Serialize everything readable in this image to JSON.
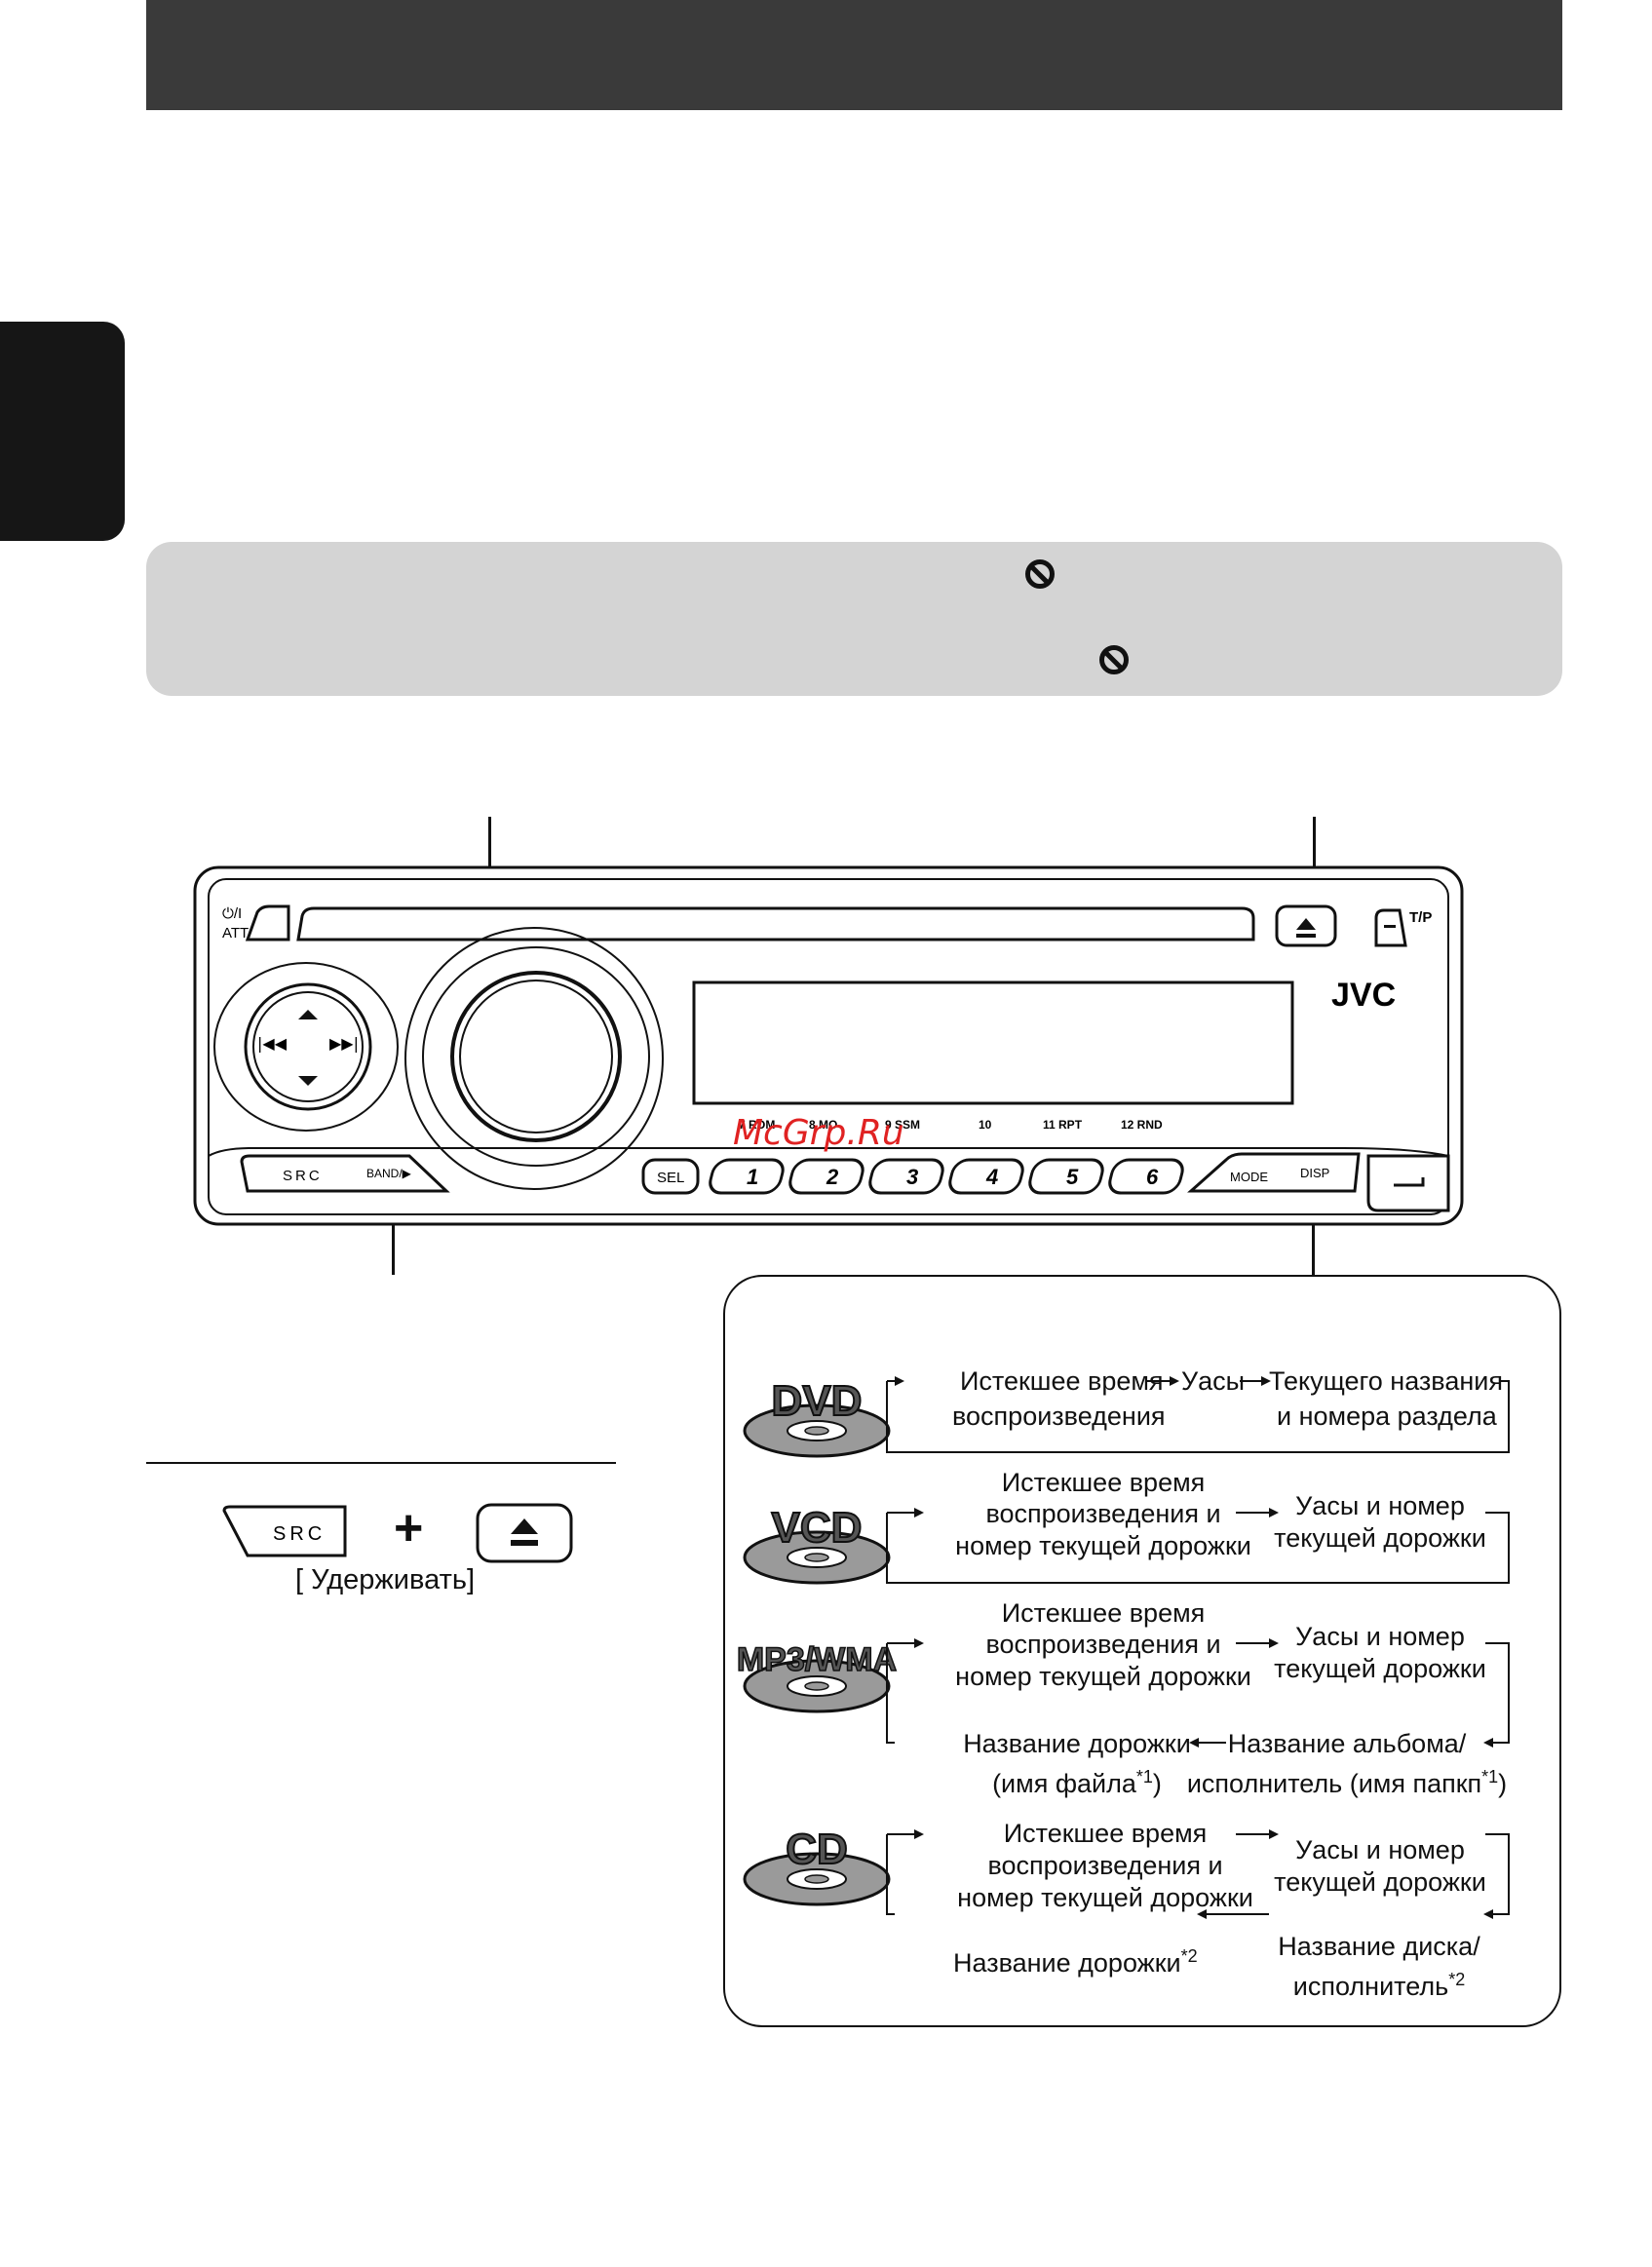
{
  "panel": {
    "labels": {
      "power": "⏻/I",
      "att": "ATT",
      "tp": "T/P",
      "brand": "JVC",
      "src": "SRC",
      "band": "BAND/▶",
      "sel": "SEL",
      "mode": "MODE",
      "disp": "DISP",
      "presets": [
        "1",
        "2",
        "3",
        "4",
        "5",
        "6"
      ],
      "preset_hints": [
        "7 RDM",
        "8 MO",
        "9 SSM",
        "10",
        "11 RPT",
        "12 RND"
      ]
    }
  },
  "watermark": "McGrp.Ru",
  "combo": {
    "src_label": "SRC",
    "plus": "+",
    "hold": "[ Удерживать]"
  },
  "disp_box": {
    "discs": [
      {
        "label": "DVD"
      },
      {
        "label": "VCD"
      },
      {
        "label": "MP3/WMA"
      },
      {
        "label": "CD"
      }
    ],
    "dvd": {
      "a1": "Истекшее время",
      "a2": "воспроизведения",
      "b": "Уасы",
      "c1": "Текущего названия",
      "c2": "и номера раздела"
    },
    "vcd": {
      "a1": "Истекшее время",
      "a2": "воспроизведения и",
      "a3": "номер текущей дорожки",
      "b1": "Уасы и номер",
      "b2": "текущей дорожки"
    },
    "mp3": {
      "a1": "Истекшее время",
      "a2": "воспроизведения и",
      "a3": "номер текущей дорожки",
      "b1": "Уасы и номер",
      "b2": "текущей дорожки",
      "c1": "Название дорожки",
      "c2": "(имя файла",
      "c2sup": "*1",
      "c2end": ")",
      "d1": "Название альбома/",
      "d2": "исполнитель (имя папкп",
      "d2sup": "*1",
      "d2end": ")"
    },
    "cd": {
      "a1": "Истекшее время",
      "a2": "воспроизведения и",
      "a3": "номер текущей дорожки",
      "b1": "Уасы и номер",
      "b2": "текущей дорожки",
      "c1": "Название дорожки",
      "c1sup": "*2",
      "d1": "Название диска/",
      "d2": "исполнитель",
      "d2sup": "*2"
    }
  }
}
